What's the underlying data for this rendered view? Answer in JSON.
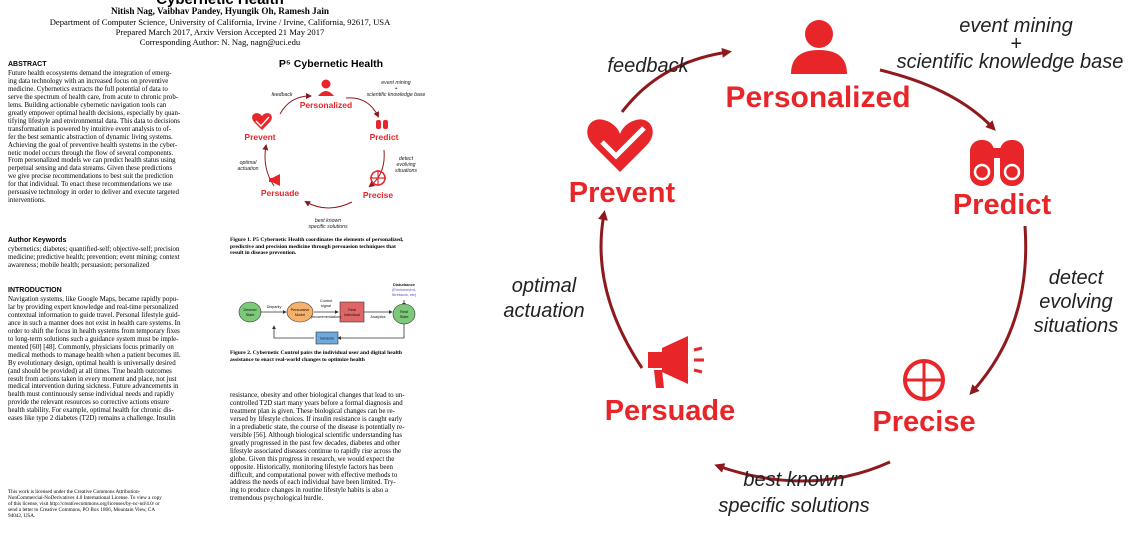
{
  "paper": {
    "title": "Cybernetic Health",
    "authors": "Nitish Nag, Vaibhav Pandey, Hyungik Oh, Ramesh Jain",
    "affiliation": "Department of Computer Science, University of California, Irvine / Irvine, California, 92617, USA",
    "prepared": "Prepared March 2017, Arxiv Version Accepted 21 May 2017",
    "corresponding": "Corresponding Author: N. Nag, nagn@uci.edu",
    "abstract_heading": "ABSTRACT",
    "abstract_lines": [
      "Future health ecosystems demand the integration of emerg-",
      "ing data technology with an increased focus on preventive",
      "medicine.  Cybernetics extracts the full potential of data to",
      "serve the spectrum of health care, from acute to chronic prob-",
      "lems.  Building actionable cybernetic navigation tools can",
      "greatly empower optimal health decisions, especially by quan-",
      "tifying lifestyle and environmental data. This data to decisions",
      "transformation is powered by intuitive event analysis to of-",
      "fer the best semantic abstraction of dynamic living systems.",
      "Achieving the goal of preventive health systems in the cyber-",
      "netic model occurs through the flow of several components.",
      "From personalized models we can predict health status using",
      "perpetual sensing and data streams.  Given these predictions",
      "we give precise recommendations to best suit the prediction",
      "for that individual. To enact these recommendations we use",
      "persuasive technology in order to deliver and execute targeted",
      "interventions."
    ],
    "keywords_heading": "Author Keywords",
    "keywords_lines": [
      "cybernetics; diabetes; quantified-self; objective-self; precision",
      "medicine; predictive health; prevention; event mining; context",
      "awareness; mobile health; persuasion; personalized"
    ],
    "intro_heading": "INTRODUCTION",
    "intro_lines": [
      "Navigation systems, like Google Maps, became rapidly popu-",
      "lar by providing expert knowledge and real-time personalized",
      "contextual information to guide travel. Personal lifestyle guid-",
      "ance in such a manner does not exist in health care systems. In",
      "order to shift the focus in health systems from temporary fixes",
      "to long-term solutions such a guidance system must be imple-",
      "mented [60] [48]. Commonly, physicians focus primarily on",
      "medical methods to manage health when a patient becomes ill.",
      "By evolutionary design, optimal health is universally desired",
      "(and should be provided) at all times. True health outcomes",
      "result from actions taken in every moment and place, not just",
      "medical intervention during sickness. Future advancements in",
      "health must continuously sense individual needs and rapidly",
      "provide the relevant resources so corrective actions ensure",
      "health stability. For example, optimal health for chronic dis-",
      "eases like type 2 diabetes (T2D) remains a challenge.  Insulin"
    ],
    "license_lines": [
      "This work is licensed under the Creative Commons Attribution-",
      "NonCommercial-NoDerivatives 4.0 International License. To view a copy",
      "of this license, visit http://creativecommons.org/licenses/by-nc-nd/4.0/ or",
      "send a letter to Creative Commons, PO Box 1866, Mountain View, CA",
      "94042, USA."
    ],
    "figure1_title": "P⁵ Cybernetic Health",
    "figure1_caption_lines": [
      "Figure 1. P5 Cybernetic Health coordinates the elements of personalized,",
      "predictive and precision medicine through persuasion techniques that",
      "result in disease prevention."
    ],
    "figure2": {
      "desired_state": [
        "Desired",
        "State"
      ],
      "disparity": "Disparity",
      "persuasive_model": [
        "Persuasive",
        "Model"
      ],
      "control_signal": [
        "Control",
        "signal"
      ],
      "recommendation": "(recommendation)",
      "real_individual": [
        "Real",
        "Individual"
      ],
      "disturbance": "Disturbance",
      "disturbance_detail": [
        "(Environment,",
        "Stressors, etc)"
      ],
      "analytics": "Analytics",
      "real_state": [
        "Real",
        "State"
      ],
      "sensors": "Sensors"
    },
    "figure2_caption_lines": [
      "Figure 2. Cybernetic Control pairs the individual user and digital health",
      "assistance to enact real-world changes to optimize health"
    ],
    "right_col_lines": [
      "resistance, obesity and other biological changes that lead to un-",
      "controlled T2D start many years before a formal diagnosis and",
      "treatment plan is given.  These biological changes can be re-",
      "versed by lifestyle choices.  If insulin resistance is caught early",
      "in a prediabetic state, the course of the disease is potentially re-",
      "versible [56]. Although biological scientific understanding has",
      "greatly progressed in the past few decades, diabetes and other",
      "lifestyle associated diseases continue to rapidly rise across the",
      "globe.  Given this progress in research, we would expect the",
      "opposite.  Historically, monitoring lifestyle factors has been",
      "difficult, and computational power with effective methods to",
      "address the needs of each individual have been limited.  Try-",
      "ing to produce changes in routine lifestyle habits is also a",
      "tremendous psychological hurdle."
    ]
  },
  "diagram": {
    "nodes": {
      "personalized": "Personalized",
      "predict": "Predict",
      "precise": "Precise",
      "persuade": "Persuade",
      "prevent": "Prevent"
    },
    "edge_labels": {
      "event_mining_1": "event mining",
      "event_mining_2": "+",
      "event_mining_3": "scientific knowledge base",
      "feedback": "feedback",
      "detect_1": "detect",
      "detect_2": "evolving",
      "detect_3": "situations",
      "best_known_1": "best known",
      "best_known_2": "specific solutions",
      "optimal_1": "optimal",
      "optimal_2": "actuation"
    },
    "colors": {
      "accent": "#e8262a",
      "arrow": "#8f1a1e",
      "text": "#222222"
    },
    "icons": {
      "personalized": "person-icon",
      "predict": "binoculars-icon",
      "precise": "crosshair-icon",
      "persuade": "megaphone-icon",
      "prevent": "heart-check-icon"
    }
  }
}
